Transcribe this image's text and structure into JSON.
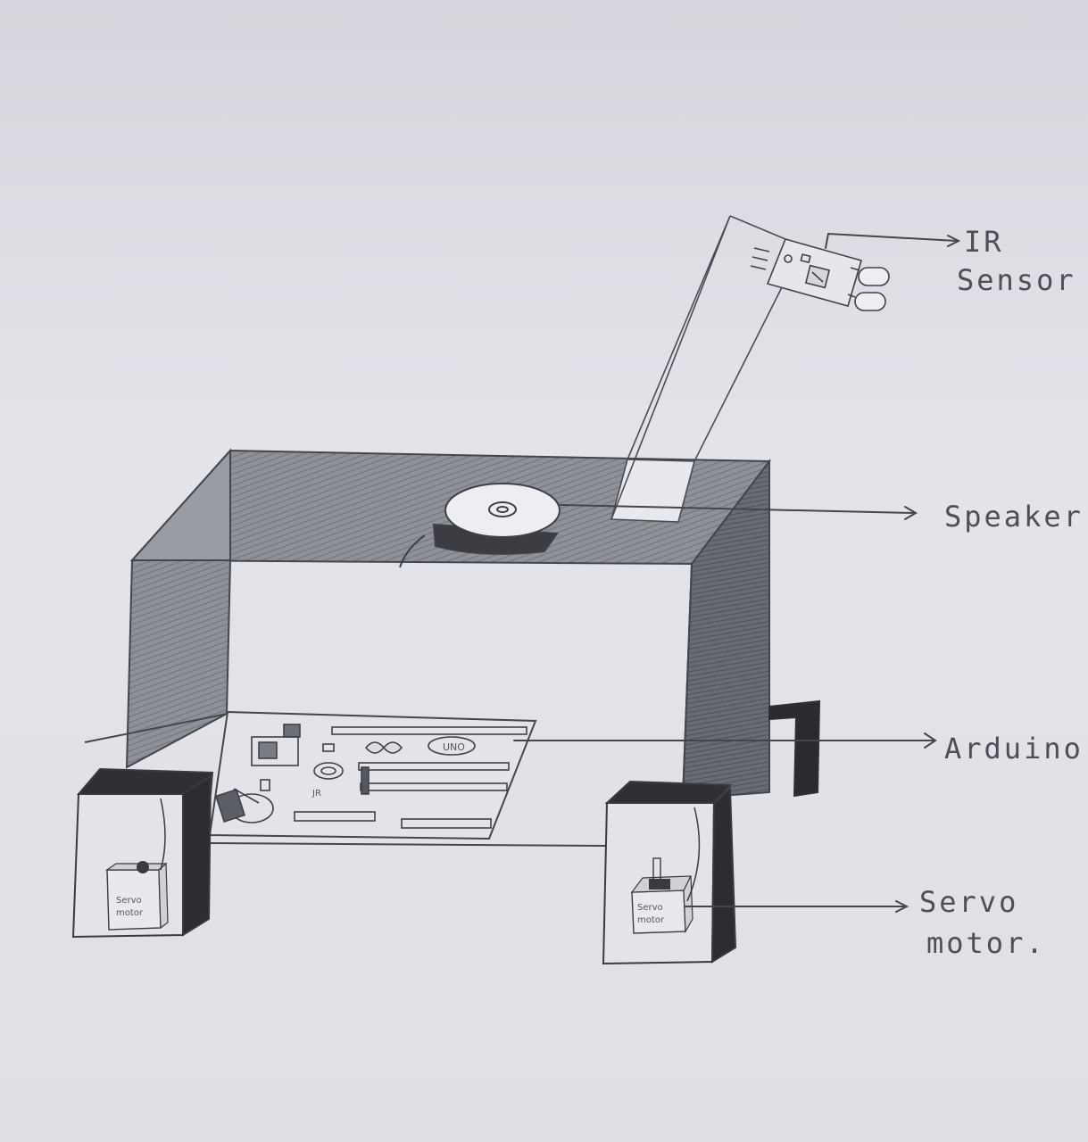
{
  "labels": {
    "ir_sensor_line1": "IR",
    "ir_sensor_line2": "Sensor",
    "speaker": "Speaker",
    "arduino": "Arduino",
    "servo_motor_line1": "Servo",
    "servo_motor_line2": "motor."
  },
  "board": {
    "uno_mark": "UNO"
  },
  "servo_box_text": {
    "line1": "Servo",
    "line2": "motor"
  },
  "colors": {
    "paper": "#dfe0e6",
    "pencil": "#4a4c53",
    "shade_dark": "#3a3b40",
    "shade_mid": "#8c8e96"
  }
}
